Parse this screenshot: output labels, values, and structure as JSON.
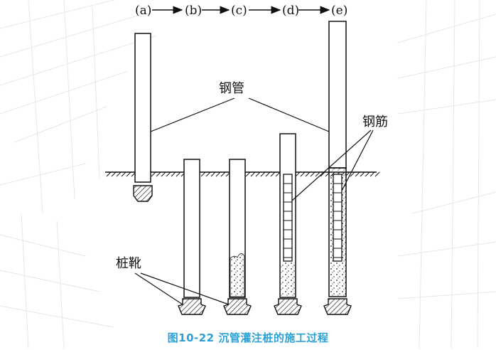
{
  "steps": [
    "(a)",
    "(b)",
    "(c)",
    "(d)",
    "(e)"
  ],
  "labels": {
    "steel_pipe": "钢管",
    "rebar": "钢筋",
    "pile_shoe": "桩靴"
  },
  "caption": "图10-22  沉管灌注桩的施工过程",
  "colors": {
    "caption": "#2aa0d6",
    "line": "#111111"
  }
}
